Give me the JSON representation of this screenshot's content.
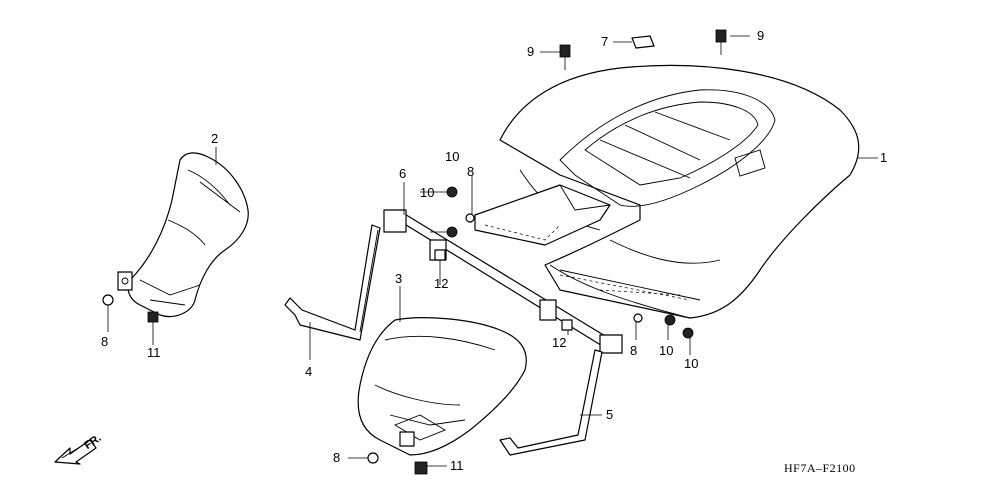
{
  "labels": {
    "p1": "1",
    "p2": "2",
    "p3": "3",
    "p4": "4",
    "p5": "5",
    "p6": "6",
    "p7": "7",
    "p8a": "8",
    "p8b": "8",
    "p8c": "8",
    "p8d": "8",
    "p9a": "9",
    "p9b": "9",
    "p10a": "10",
    "p10b": "10",
    "p10c": "10",
    "p10d": "10",
    "p11a": "11",
    "p11b": "11",
    "p12a": "12",
    "p12b": "12"
  },
  "diagram_code": "HF7A–F2100",
  "direction": {
    "text": "FR."
  }
}
